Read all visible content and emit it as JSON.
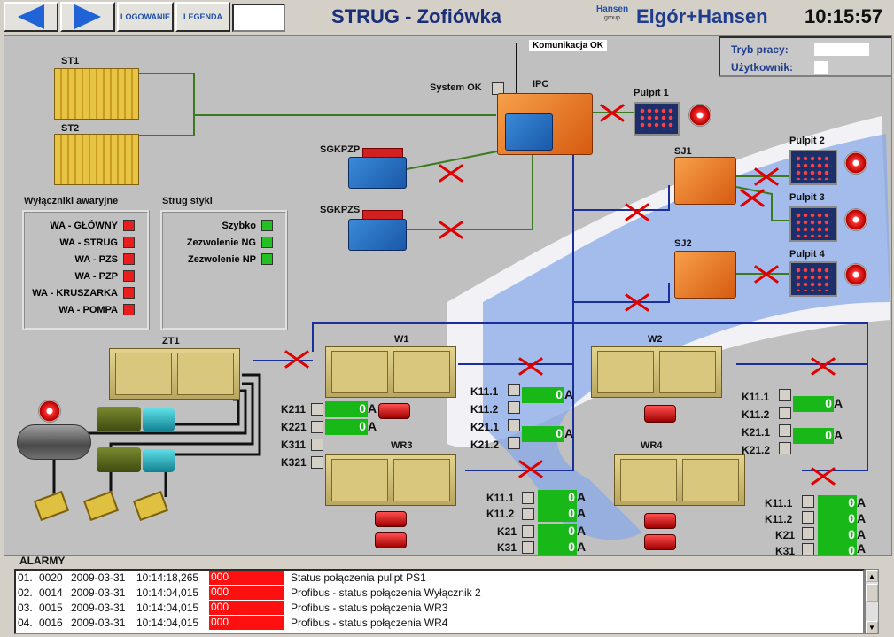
{
  "header": {
    "logowanie_label": "LOGOWANIE",
    "legenda_label": "LEGENDA",
    "title": "STRUG - Zofiówka",
    "logo_small_top": "Hansen",
    "logo_small_bottom": "group",
    "logo": "Elgór+Hansen",
    "clock": "10:15:57"
  },
  "mode": {
    "tryb_label": "Tryb pracy:",
    "uzytkownik_label": "Użytkownik:",
    "tryb_value": "",
    "uzytkownik_value": ""
  },
  "comm_status": "Komunikacja OK",
  "system_ok_label": "System OK",
  "devices": {
    "st1": "ST1",
    "st2": "ST2",
    "ipc": "IPC",
    "sgkpzp": "SGKPZP",
    "sgkpzs": "SGKPZS",
    "pulpit1": "Pulpit 1",
    "pulpit2": "Pulpit 2",
    "pulpit3": "Pulpit 3",
    "pulpit4": "Pulpit 4",
    "sj1": "SJ1",
    "sj2": "SJ2",
    "zt1": "ZT1",
    "w1": "W1",
    "w2": "W2",
    "wr3": "WR3",
    "wr4": "WR4"
  },
  "emergency": {
    "title": "Wyłączniki awaryjne",
    "items": [
      "WA - GŁÓWNY",
      "WA - STRUG",
      "WA - PZS",
      "WA - PZP",
      "WA - KRUSZARKA",
      "WA - POMPA"
    ],
    "color": "#e81d1d"
  },
  "contacts": {
    "title": "Strug styki",
    "items": [
      "Szybko",
      "Zezwolenie NG",
      "Zezwolenie NP"
    ],
    "color": "#22c020"
  },
  "zt1_k": {
    "k211": "K211",
    "k221": "K221",
    "k311": "K311",
    "k321": "K321",
    "v211": "0",
    "v221": "0",
    "unit": "A"
  },
  "w1_k": {
    "k111": "K11.1",
    "k112": "K11.2",
    "k211": "K21.1",
    "k212": "K21.2",
    "v111": "0",
    "v211": "0",
    "unit": "A"
  },
  "w2_k": {
    "k111": "K11.1",
    "k112": "K11.2",
    "k211": "K21.1",
    "k212": "K21.2",
    "v111": "0",
    "v211": "0",
    "unit": "A"
  },
  "wr3_k": {
    "k111": "K11.1",
    "k112": "K11.2",
    "k21": "K21",
    "k31": "K31",
    "v111": "0",
    "v112": "0",
    "v21": "0",
    "v31": "0",
    "unit": "A"
  },
  "wr4_k": {
    "k111": "K11.1",
    "k112": "K11.2",
    "k21": "K21",
    "k31": "K31",
    "v111": "0",
    "v112": "0",
    "v21": "0",
    "v31": "0",
    "unit": "A"
  },
  "alarms": {
    "title": "ALARMY",
    "rows": [
      {
        "idx": "01.",
        "num": "0020",
        "date": "2009-03-31",
        "time": "10:14:18,265",
        "code": "000",
        "msg": "Status połączenia pulipt PS1"
      },
      {
        "idx": "02.",
        "num": "0014",
        "date": "2009-03-31",
        "time": "10:14:04,015",
        "code": "000",
        "msg": "Profibus - status połączenia Wyłącznik 2"
      },
      {
        "idx": "03.",
        "num": "0015",
        "date": "2009-03-31",
        "time": "10:14:04,015",
        "code": "000",
        "msg": "Profibus - status połączenia WR3"
      },
      {
        "idx": "04.",
        "num": "0016",
        "date": "2009-03-31",
        "time": "10:14:04,015",
        "code": "000",
        "msg": "Profibus - status połączenia WR4"
      }
    ]
  }
}
